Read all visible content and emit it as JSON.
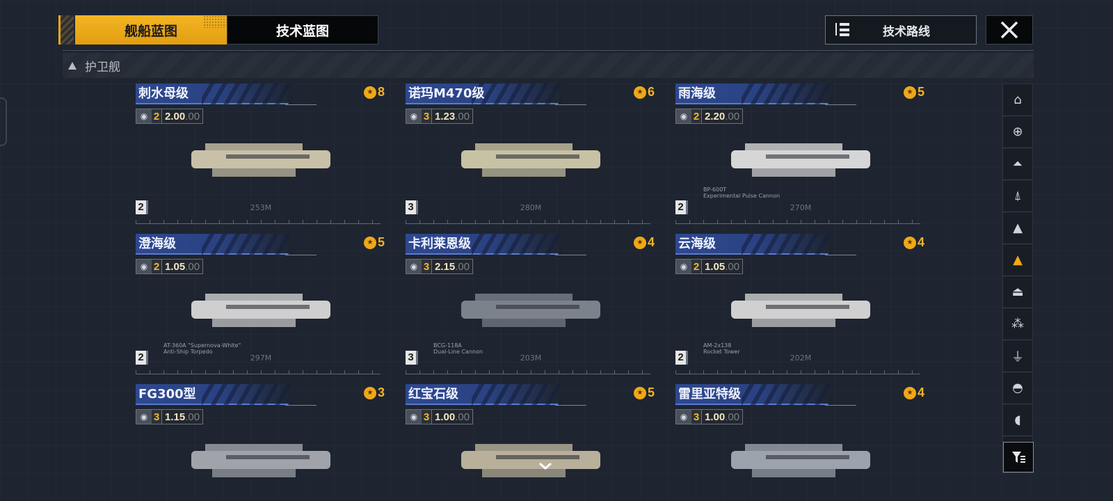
{
  "tabs": [
    {
      "label": "舰船蓝图",
      "active": true
    },
    {
      "label": "技术蓝图",
      "active": false
    }
  ],
  "header": {
    "tech_route_label": "技术路线",
    "tech_route_icon": "tree-list-icon",
    "close_icon": "close-icon"
  },
  "section": {
    "label": "护卫舰",
    "icon": "triangle-up-icon"
  },
  "colors": {
    "accent": "#f0a818",
    "name_bar": "#2e4890",
    "background": "#1e2530"
  },
  "ships": [
    {
      "name": "刺水母级",
      "icon": "uee-logo-icon",
      "tier": "2",
      "value": "2.00",
      "value_suffix": ".00",
      "cost": "8",
      "level": "2",
      "length": "253M",
      "weapon": ""
    },
    {
      "name": "诺玛M470级",
      "icon": "uee-logo-icon",
      "tier": "3",
      "value": "1.23",
      "value_suffix": ".00",
      "cost": "6",
      "level": "3",
      "length": "280M",
      "weapon": ""
    },
    {
      "name": "雨海级",
      "icon": "faction-gear-icon",
      "tier": "2",
      "value": "2.20",
      "value_suffix": ".00",
      "cost": "5",
      "level": "2",
      "length": "270M",
      "weapon": "BP-600T",
      "weapon_sub": "Experimental Pulse Cannon"
    },
    {
      "name": "澄海级",
      "icon": "faction-gear-icon",
      "tier": "2",
      "value": "1.05",
      "value_suffix": ".00",
      "cost": "5",
      "level": "2",
      "length": "297M",
      "weapon": "AT-360A \"Supernova-White\"",
      "weapon_sub": "Anti-Ship Torpedo"
    },
    {
      "name": "卡利莱恩级",
      "icon": "spire-icon",
      "tier": "3",
      "value": "2.15",
      "value_suffix": ".00",
      "cost": "4",
      "level": "3",
      "length": "203M",
      "weapon": "BCG-118A",
      "weapon_sub": "Dual-Line Cannon"
    },
    {
      "name": "云海级",
      "icon": "faction-gear-icon",
      "tier": "2",
      "value": "1.05",
      "value_suffix": ".00",
      "cost": "4",
      "level": "2",
      "length": "202M",
      "weapon": "AM-2x138",
      "weapon_sub": "Rocket Tower"
    },
    {
      "name": "FG300型",
      "icon": "globe-icon",
      "tier": "3",
      "value": "1.15",
      "value_suffix": ".00",
      "cost": "3",
      "level": "",
      "length": "",
      "weapon": ""
    },
    {
      "name": "红宝石级",
      "icon": "uee-logo-icon",
      "tier": "3",
      "value": "1.00",
      "value_suffix": ".00",
      "cost": "5",
      "level": "",
      "length": "",
      "weapon": ""
    },
    {
      "name": "雷里亚特级",
      "icon": "spire-icon",
      "tier": "3",
      "value": "1.00",
      "value_suffix": ".00",
      "cost": "4",
      "level": "",
      "length": "",
      "weapon": ""
    }
  ],
  "sidenav": {
    "items": [
      {
        "icon": "carrier-icon",
        "glyph": "⌂"
      },
      {
        "icon": "battleship-icon",
        "glyph": "⊕"
      },
      {
        "icon": "cruiser-icon",
        "glyph": "⏶"
      },
      {
        "icon": "destroyer-icon",
        "glyph": "⍋"
      },
      {
        "icon": "frigate-light-icon",
        "glyph": "▲"
      },
      {
        "icon": "frigate-icon",
        "glyph": "▲",
        "active": true
      },
      {
        "icon": "corvette-icon",
        "glyph": "⏏"
      },
      {
        "icon": "fighter-squad-icon",
        "glyph": "⁂"
      },
      {
        "icon": "aux-icon",
        "glyph": "⏚"
      },
      {
        "icon": "dome-icon",
        "glyph": "◓"
      },
      {
        "icon": "half-dome-icon",
        "glyph": "◖"
      }
    ],
    "filter_icon": "filter-icon"
  }
}
